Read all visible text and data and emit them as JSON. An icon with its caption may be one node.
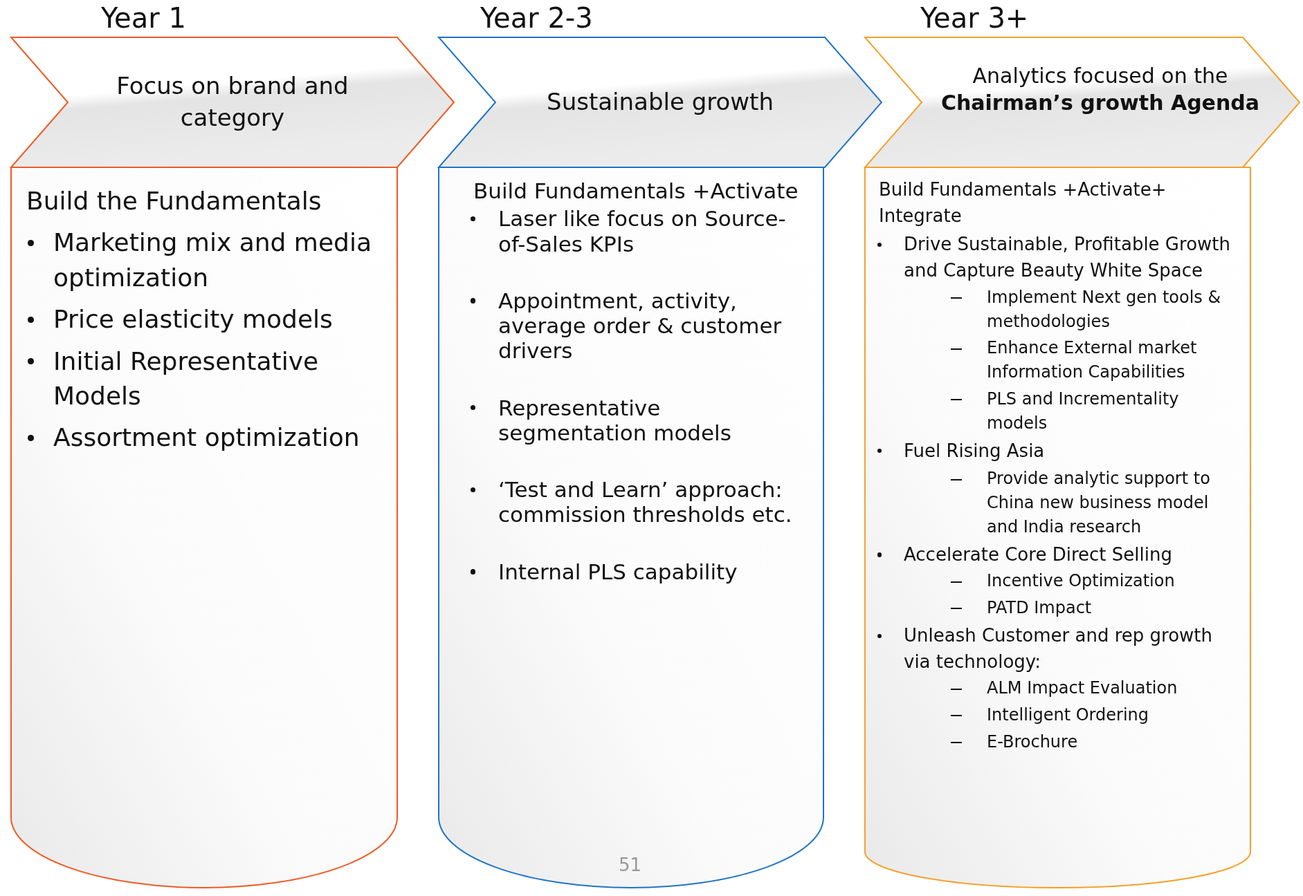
{
  "diagram": {
    "nodes": [
      {
        "text": [
          "Year 1",
          "Focus on brand and category"
        ]
      },
      {
        "text": [
          "Build the Fundamentals",
          "Marketing mix and media optimization",
          "Price elasticity models",
          "Initial Representative Models",
          "Assortment optimization"
        ]
      },
      {
        "text": [
          "Year 2-3",
          "Sustainable growth"
        ]
      },
      {
        "text": [
          "Build Fundamentals +Activate",
          "Laser like focus on Source-of-Sales KPIs",
          "Appointment, activity, average order & customer drivers",
          "Representative segmentation models",
          "‘Test and Learn’ approach: commission thresholds etc.",
          "Internal PLS capability"
        ]
      },
      {
        "text": [
          "Year 3+",
          "Analytics focused on the **Chairman’s growth Agenda**"
        ]
      },
      {
        "text": [
          "Build Fundamentals +Activate+ Integrate",
          "Drive Sustainable, Profitable Growth and Capture Beauty White Space",
          "Implement Next gen tools & methodologies",
          "Enhance External market Information Capabilities",
          "PLS and Incrementality models",
          "Fuel Rising Asia",
          "Provide analytic support to China new business model and India research",
          "Accelerate Core Direct Selling",
          "Incentive Optimization",
          "PATD Impact",
          "Unleash Customer and rep growth via technology:",
          "ALM Impact Evaluation",
          "Intelligent Ordering",
          "E-Brochure"
        ]
      }
    ],
    "labels": [
      "51"
    ]
  }
}
